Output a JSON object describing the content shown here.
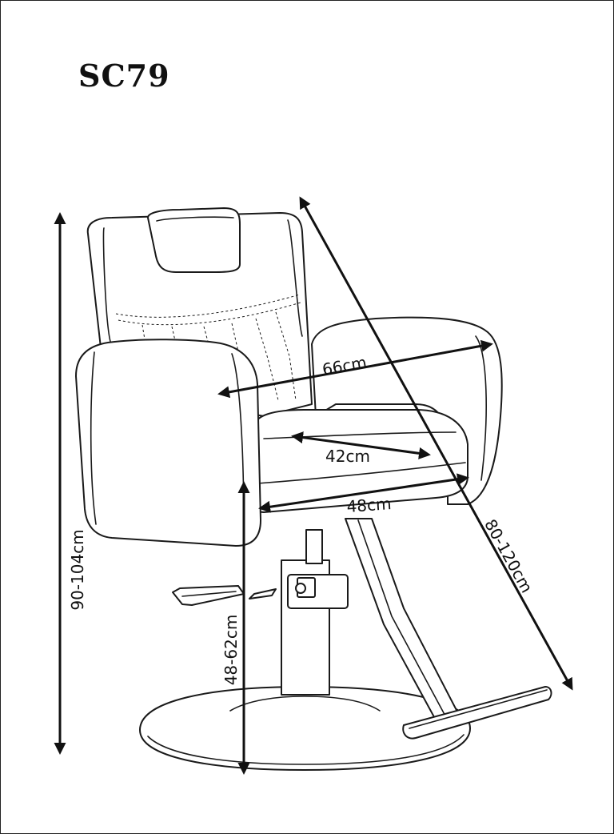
{
  "model": "SC79",
  "dimensions": {
    "arm_width": "66cm",
    "seat_depth": "42cm",
    "seat_width": "48cm",
    "total_height": "90-104cm",
    "seat_height": "48-62cm",
    "reclined_length": "80-120cm"
  },
  "colors": {
    "line": "#1a1a1a",
    "background": "#ffffff"
  }
}
